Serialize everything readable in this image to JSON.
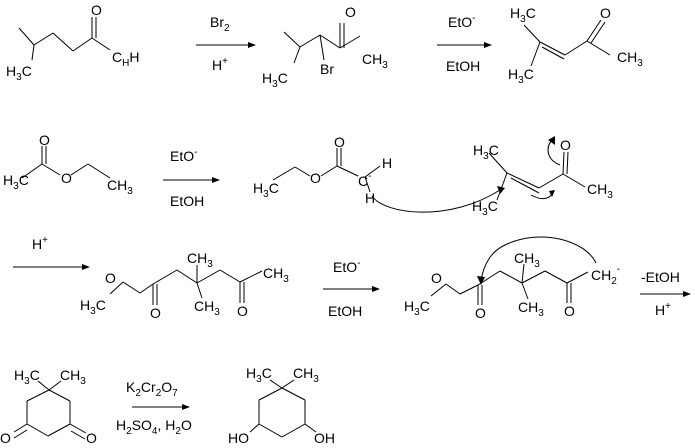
{
  "atoms": {
    "H3C": "H3C",
    "CH3": "CH3",
    "O": "O",
    "Br": "Br",
    "H": "H",
    "HO": "HO",
    "OH": "OH",
    "CH2": "CH2",
    "minus": "-",
    "plus": "+",
    "dot": "·"
  },
  "reagents": {
    "step1_top": "Br2",
    "step1_bottom": "H+",
    "step2_top": "EtO-",
    "step2_bottom": "EtOH",
    "step3_top": "EtO-",
    "step3_bottom": "EtOH",
    "step4_top": "H+",
    "step5_top": "EtO-",
    "step5_bottom": "EtOH",
    "step6_top": "-EtOH",
    "step6_bottom": "H+",
    "step7_top": "K2Cr2O7",
    "step7_bottom": "H2SO4, H2O"
  }
}
